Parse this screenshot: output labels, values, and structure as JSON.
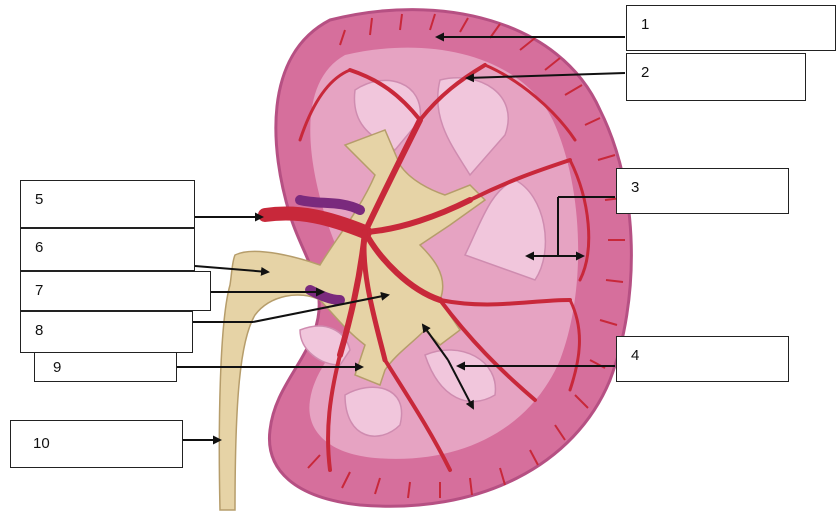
{
  "diagram": {
    "colors": {
      "cortex": "#d66f9c",
      "cortex_edge": "#b65083",
      "medulla": "#e6a3c2",
      "pyramid": "#f1c6dc",
      "pelvis": "#e6d3a6",
      "pelvis_edge": "#b69d6b",
      "vessel": "#c8283a",
      "vein": "#7a2a7d",
      "arrow": "#111111"
    },
    "labels": [
      {
        "id": "1",
        "text": "1"
      },
      {
        "id": "2",
        "text": "2"
      },
      {
        "id": "3",
        "text": "3"
      },
      {
        "id": "4",
        "text": "4"
      },
      {
        "id": "5",
        "text": "5"
      },
      {
        "id": "6",
        "text": "6"
      },
      {
        "id": "7",
        "text": "7"
      },
      {
        "id": "8",
        "text": "8"
      },
      {
        "id": "9",
        "text": "9"
      },
      {
        "id": "10",
        "text": "10"
      }
    ]
  }
}
